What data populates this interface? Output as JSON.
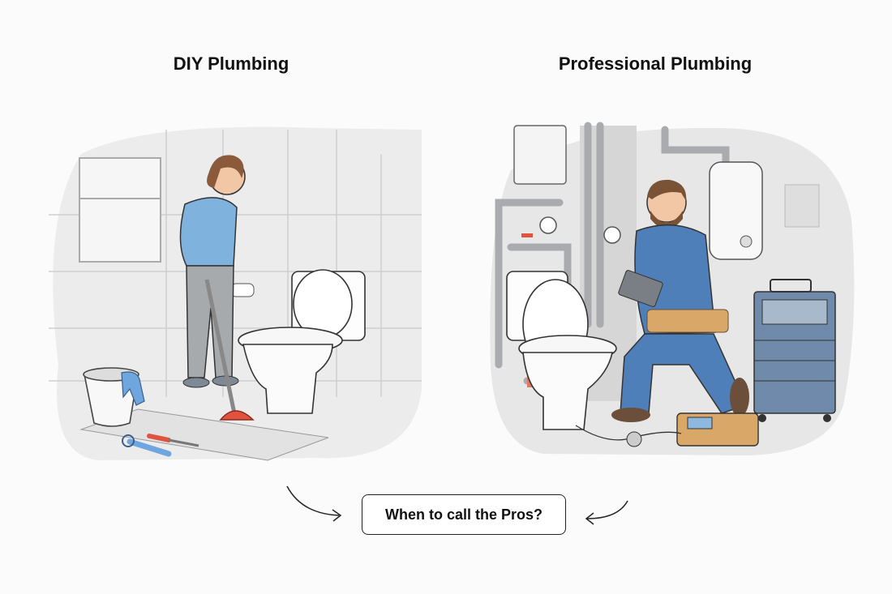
{
  "panels": [
    {
      "heading": "DIY Plumbing",
      "scene": "woman using a plunger on a toilet in a tiled bathroom, bucket with gloves, wrench and screwdriver on a mat"
    },
    {
      "heading": "Professional Plumbing",
      "scene": "uniformed plumber kneeling with a tablet beside a toilet, exposed pipes, water heater, diagnostic tool cart and inspection device"
    }
  ],
  "callout": {
    "label": "When to call the Pros?"
  },
  "colors": {
    "background": "#fbfbfb",
    "shirt_blue": "#7fb2dc",
    "uniform_blue": "#4f7fb8",
    "plunger_red": "#e0543f",
    "pipe_gray": "#a9abae",
    "tool_tan": "#d9a869",
    "boot_brown": "#6b4f3a",
    "cart_blue": "#6f8aaa"
  }
}
